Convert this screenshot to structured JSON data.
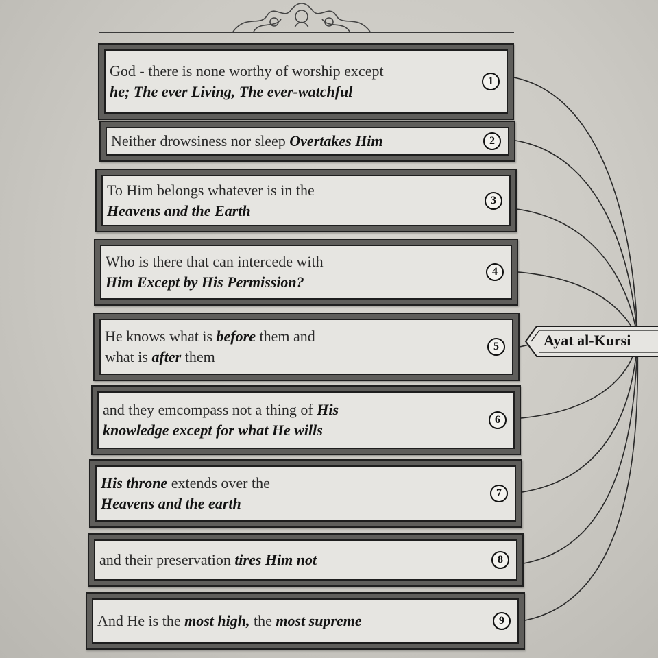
{
  "title_label": "Ayat al-Kursi",
  "verses": [
    {
      "number": "1",
      "lines": [
        [
          {
            "t": "God - there is none worthy of worship except",
            "b": false
          }
        ],
        [
          {
            "t": "he; The ever Living, The ever-watchful",
            "b": true
          }
        ]
      ]
    },
    {
      "number": "2",
      "lines": [
        [
          {
            "t": "Neither drowsiness nor sleep ",
            "b": false
          },
          {
            "t": "Overtakes Him",
            "b": true
          }
        ]
      ]
    },
    {
      "number": "3",
      "lines": [
        [
          {
            "t": "To Him belongs whatever is in the",
            "b": false
          }
        ],
        [
          {
            "t": "Heavens and the Earth",
            "b": true
          }
        ]
      ]
    },
    {
      "number": "4",
      "lines": [
        [
          {
            "t": "Who is there that can intercede with",
            "b": false
          }
        ],
        [
          {
            "t": "Him Except by His Permission?",
            "b": true
          }
        ]
      ]
    },
    {
      "number": "5",
      "lines": [
        [
          {
            "t": "He knows what is ",
            "b": false
          },
          {
            "t": "before",
            "b": true
          },
          {
            "t": " them and",
            "b": false
          }
        ],
        [
          {
            "t": "what is ",
            "b": false
          },
          {
            "t": "after",
            "b": true
          },
          {
            "t": " them",
            "b": false
          }
        ]
      ]
    },
    {
      "number": "6",
      "lines": [
        [
          {
            "t": "and they emcompass not a thing of ",
            "b": false
          },
          {
            "t": "His",
            "b": true
          }
        ],
        [
          {
            "t": "knowledge except for what He wills",
            "b": true
          }
        ]
      ]
    },
    {
      "number": "7",
      "lines": [
        [
          {
            "t": "His throne",
            "b": true
          },
          {
            "t": " extends over the",
            "b": false
          }
        ],
        [
          {
            "t": "Heavens and the earth",
            "b": true
          }
        ]
      ]
    },
    {
      "number": "8",
      "lines": [
        [
          {
            "t": "and their preservation ",
            "b": false
          },
          {
            "t": "tires Him not",
            "b": true
          }
        ]
      ]
    },
    {
      "number": "9",
      "lines": [
        [
          {
            "t": "And He is the ",
            "b": false
          },
          {
            "t": "most high,",
            "b": true
          },
          {
            "t": " the ",
            "b": false
          },
          {
            "t": "most supreme",
            "b": true
          }
        ]
      ]
    }
  ]
}
